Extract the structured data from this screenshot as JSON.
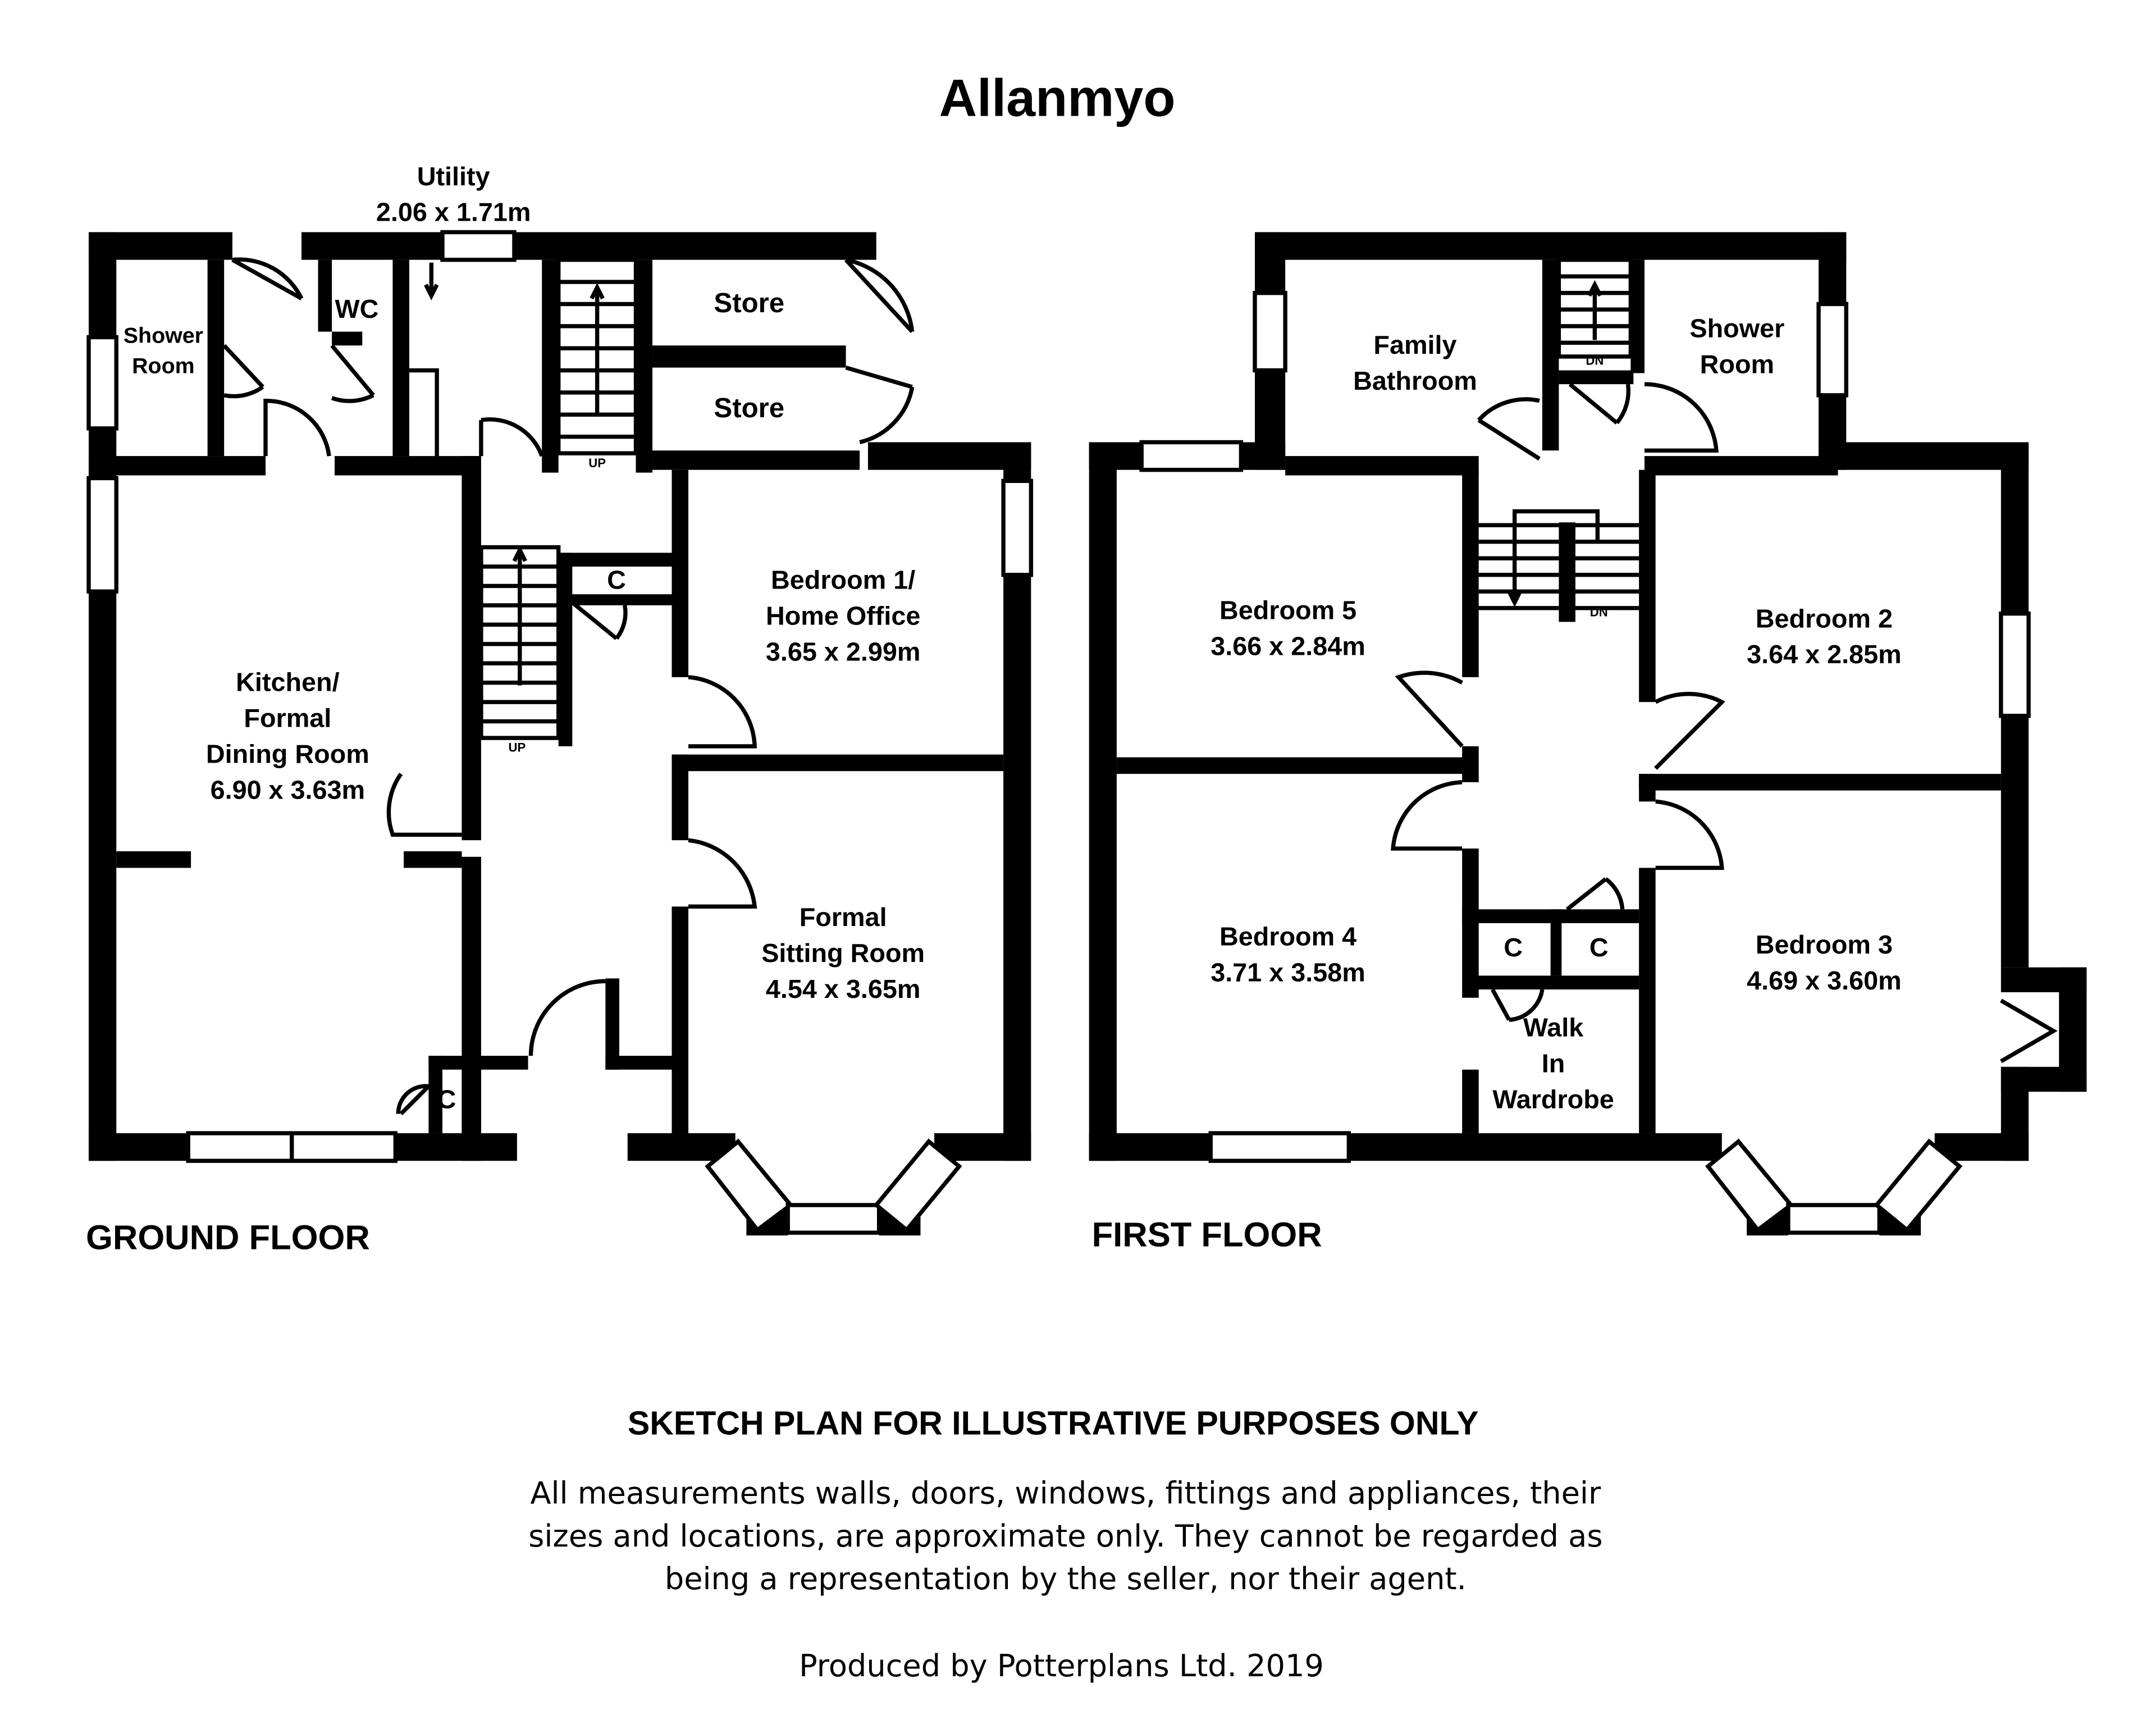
{
  "title": "Allanmyo",
  "ground_floor": {
    "caption": "GROUND FLOOR",
    "utility": {
      "name": "Utility",
      "size": "2.06 x 1.71m"
    },
    "shower_room": {
      "line1": "Shower",
      "line2": "Room"
    },
    "wc": "WC",
    "store_upper": "Store",
    "store_lower": "Store",
    "bedroom1": {
      "line1": "Bedroom 1/",
      "line2": "Home Office",
      "size": "3.65 x 2.99m"
    },
    "kitchen": {
      "line1": "Kitchen/",
      "line2": "Formal",
      "line3": "Dining Room",
      "size": "6.90 x 3.63m"
    },
    "sitting_room": {
      "line1": "Formal",
      "line2": "Sitting Room",
      "size": "4.54 x 3.65m"
    },
    "cupboard_hall": "C",
    "cupboard_kitchen": "C",
    "stair_up_main": "UP",
    "stair_up_rear": "UP"
  },
  "first_floor": {
    "caption": "FIRST FLOOR",
    "family_bathroom": {
      "line1": "Family",
      "line2": "Bathroom"
    },
    "shower_room": {
      "line1": "Shower",
      "line2": "Room"
    },
    "bedroom5": {
      "name": "Bedroom 5",
      "size": "3.66 x 2.84m"
    },
    "bedroom2": {
      "name": "Bedroom 2",
      "size": "3.64 x 2.85m"
    },
    "bedroom4": {
      "name": "Bedroom 4",
      "size": "3.71 x 3.58m"
    },
    "bedroom3": {
      "name": "Bedroom 3",
      "size": "4.69 x 3.60m"
    },
    "walk_in_wardrobe": {
      "line1": "Walk",
      "line2": "In",
      "line3": "Wardrobe"
    },
    "cupboard_left": "C",
    "cupboard_right": "C",
    "stair_dn_upper": "DN",
    "stair_dn_lower": "DN"
  },
  "disclaimer": {
    "heading": "SKETCH PLAN FOR ILLUSTRATIVE PURPOSES ONLY",
    "line1": "All measurements walls, doors, windows, fittings and appliances, their",
    "line2": "sizes and locations, are approximate only. They cannot be regarded as",
    "line3": "being a representation by the seller, nor their agent."
  },
  "credit": "Produced by Potterplans Ltd. 2019"
}
